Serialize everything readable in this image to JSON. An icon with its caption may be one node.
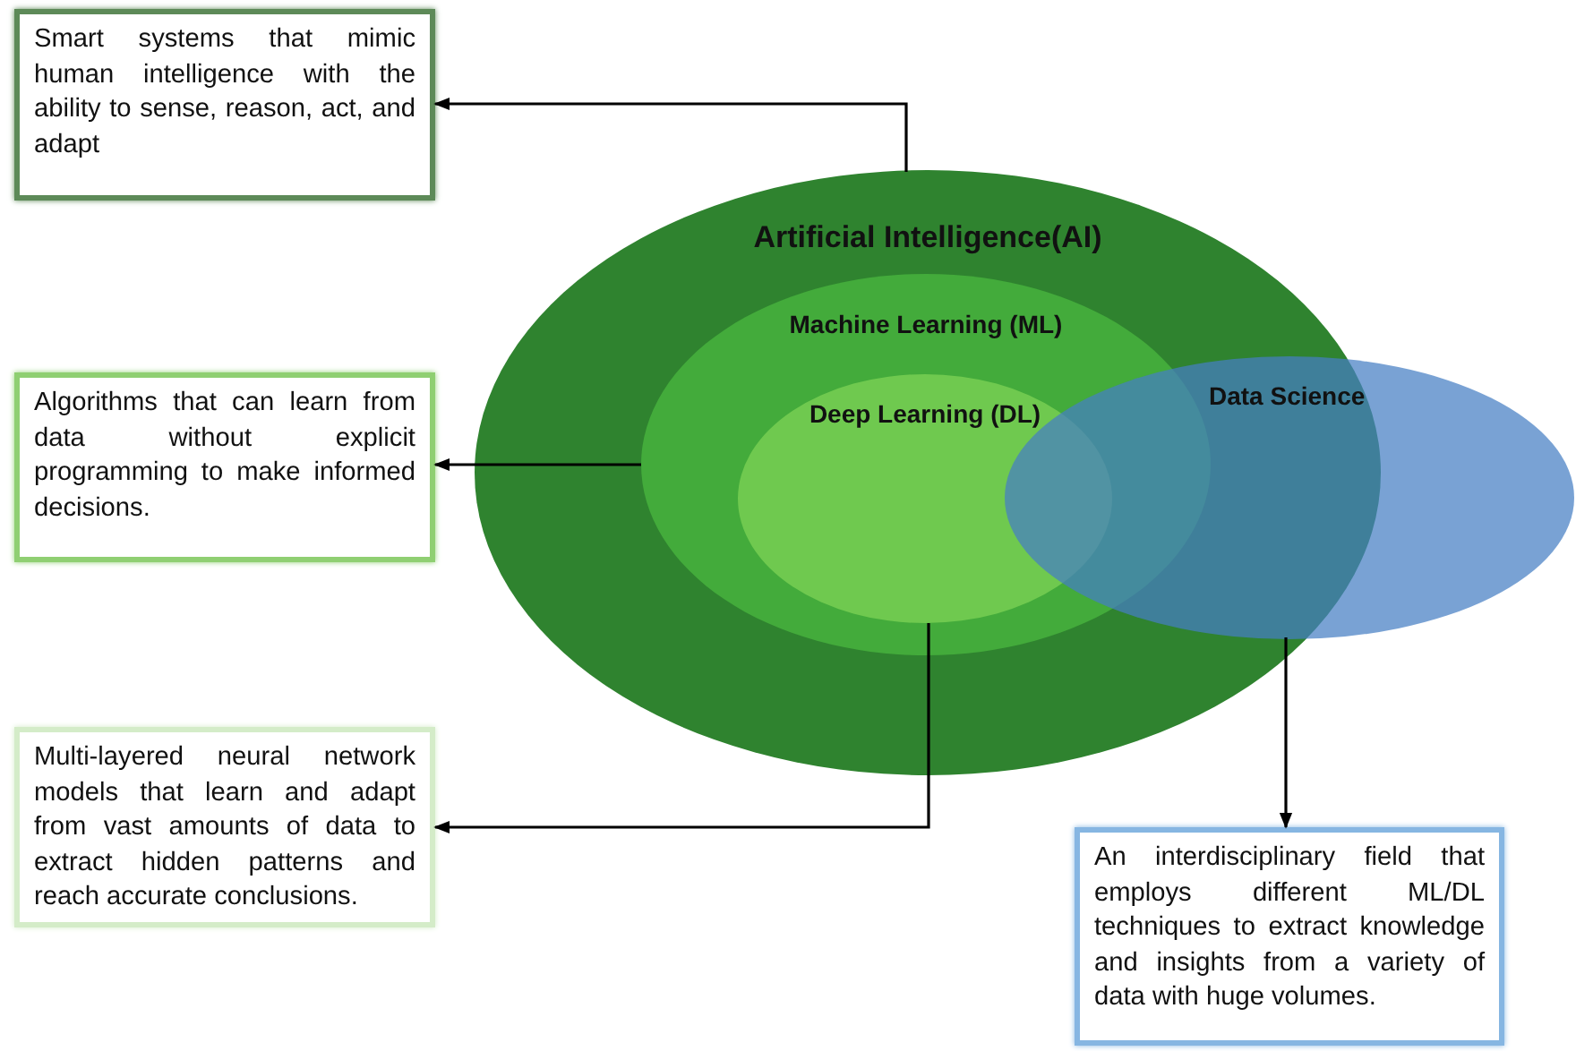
{
  "diagram": {
    "nodes": [
      {
        "text": [
          "Artificial Intelligence(AI)"
        ]
      },
      {
        "text": [
          "Machine Learning (ML)"
        ],
        "in": 0
      },
      {
        "text": [
          "Deep Learning (DL)"
        ],
        "in": 1
      },
      {
        "text": [
          "Data Science"
        ]
      },
      {
        "text": [
          "Smart systems that mimic human intelligence with the ability to sense, reason, act, and adapt"
        ]
      },
      {
        "text": [
          "Algorithms that can learn from data without explicit programming to make informed decisions."
        ]
      },
      {
        "text": [
          "Multi-layered neural network models that learn and adapt from vast amounts of data to extract hidden patterns and reach accurate conclusions."
        ]
      },
      {
        "text": [
          "An interdisciplinary field that employs different ML/DL techniques to extract knowledge and insights from a variety of data with huge volumes."
        ]
      }
    ],
    "edges": [
      {
        "from": 0,
        "to": 4,
        "arrow": "to"
      },
      {
        "from": 1,
        "to": 5,
        "arrow": "to"
      },
      {
        "from": 2,
        "to": 6,
        "arrow": "to"
      },
      {
        "from": 3,
        "to": 7,
        "arrow": "to"
      }
    ]
  }
}
